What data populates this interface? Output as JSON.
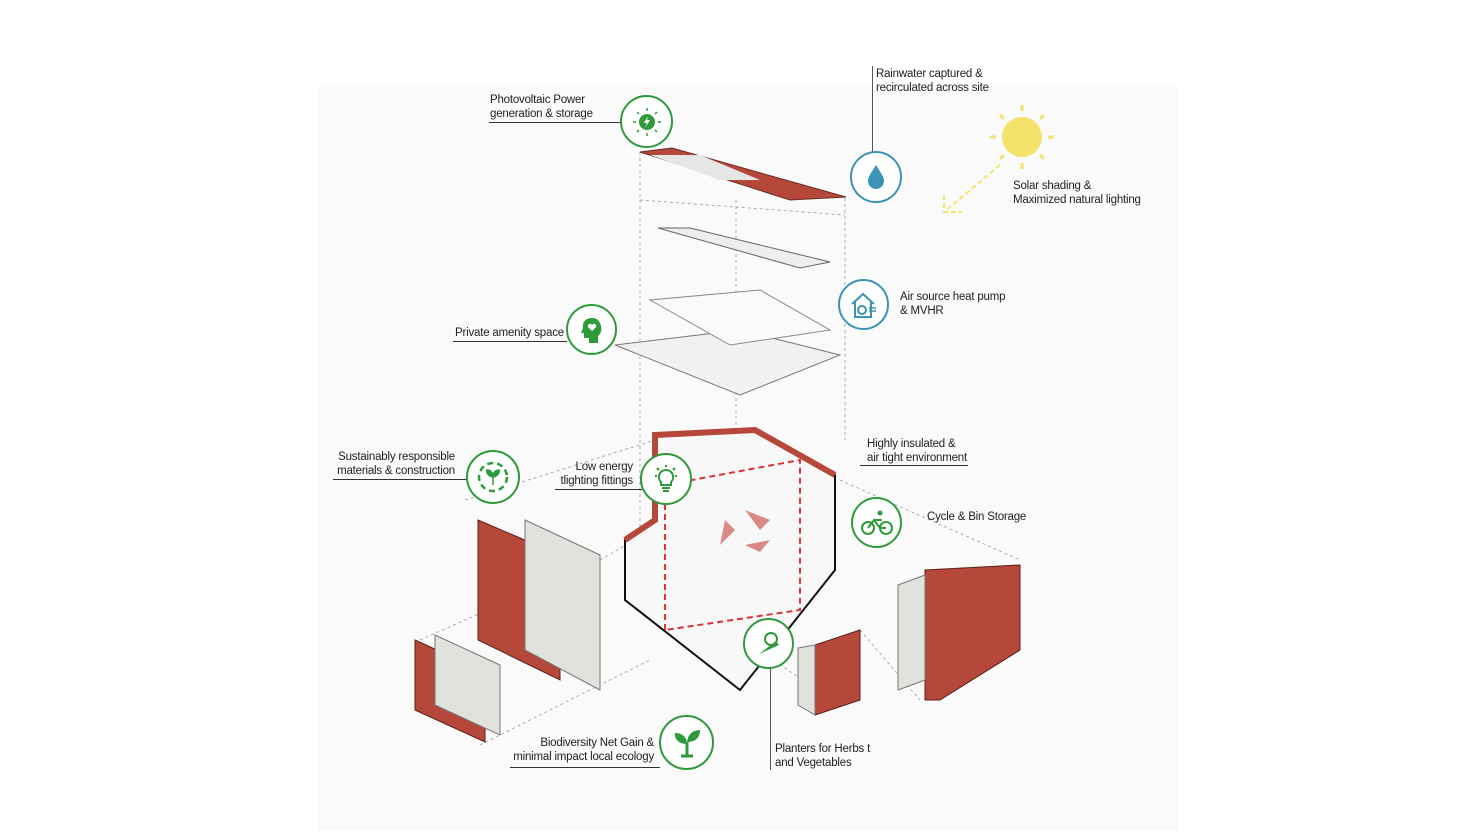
{
  "labels": {
    "pv": [
      "Photovoltaic Power",
      "generation & storage"
    ],
    "rain": [
      "Rainwater captured &",
      "recirculated  across site"
    ],
    "solar": [
      "Solar shading &",
      "Maximized natural lighting"
    ],
    "heat": [
      "Air source heat pump",
      "& MVHR"
    ],
    "amenity": [
      "Private amenity space"
    ],
    "materials": [
      "Sustainably responsible",
      "materials & construction"
    ],
    "lighting": [
      "Low energy",
      "tlighting fittings"
    ],
    "insulated": [
      "Highly insulated &",
      "air tight environment"
    ],
    "cycle": [
      "Cycle & Bin Storage"
    ],
    "planters": [
      "Planters for Herbs t",
      "and Vegetables"
    ],
    "biodiversity": [
      "Biodiversity Net Gain &",
      "minimal impact local ecology"
    ]
  },
  "icons": {
    "pv": "solar-bolt-icon",
    "rain": "water-drop-icon",
    "heat": "house-heat-pump-icon",
    "amenity": "head-heart-icon",
    "materials": "recycle-sprout-icon",
    "lighting": "lightbulb-icon",
    "cycle": "bicycle-icon",
    "planters": "vegetables-icon",
    "biodiversity": "sprout-icon"
  },
  "colors": {
    "green": "#2e9a3a",
    "blue": "#3c93b3",
    "brick": "#b5483a",
    "sun": "#f3e36a"
  }
}
